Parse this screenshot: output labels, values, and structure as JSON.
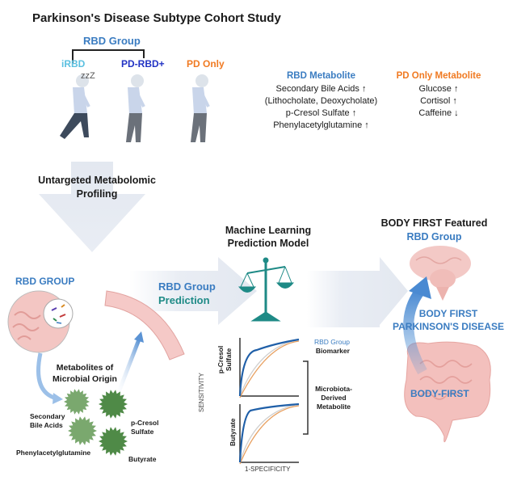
{
  "title": "Parkinson's Disease Subtype Cohort Study",
  "colors": {
    "blue": "#3a7cc1",
    "light_blue": "#5bc0e0",
    "dark_blue": "#2233c4",
    "orange": "#f07a22",
    "teal": "#1e8a86",
    "pale_arrow": "#e8ecf3",
    "green_light": "#7aa86e",
    "green_dark": "#4f8a47",
    "pink": "#f2b8b8",
    "roc_blue": "#1f5fa8",
    "roc_orange": "#e8a060",
    "roc_gray": "#cfcfcf"
  },
  "cohort": {
    "group_label": "RBD Group",
    "subjects": [
      {
        "label": "iRBD",
        "sleep_label": "zzZ"
      },
      {
        "label": "PD-RBD+"
      },
      {
        "label": "PD Only"
      }
    ]
  },
  "metabolites": {
    "rbd": {
      "header": "RBD Metabolite",
      "items": [
        "Secondary Bile Acids ↑",
        "(Lithocholate, Deoxycholate)",
        "p-Cresol Sulfate ↑",
        "Phenylacetylglutamine ↑"
      ]
    },
    "pd_only": {
      "header": "PD Only Metabolite",
      "items": [
        "Glucose ↑",
        "Cortisol ↑",
        "Caffeine ↓"
      ]
    }
  },
  "profiling": {
    "line1": "Untargeted Metabolomic",
    "line2": "Profiling"
  },
  "rbd_group_panel": {
    "label": "RBD GROUP",
    "origin_line1": "Metabolites of",
    "origin_line2": "Microbial Origin",
    "metabolites": [
      {
        "line1": "Secondary",
        "line2": "Bile Acids"
      },
      {
        "line1": "p-Cresol",
        "line2": "Sulfate"
      },
      {
        "line1": "Phenylacetylglutamine",
        "line2": ""
      },
      {
        "line1": "Butyrate",
        "line2": ""
      }
    ]
  },
  "prediction": {
    "line1": "RBD Group",
    "line2": "Prediction"
  },
  "ml_model": {
    "line1": "Machine Learning",
    "line2": "Prediction Model"
  },
  "roc": {
    "y_axis": "SENSITIVITY",
    "x_axis": "1-SPECIFICITY",
    "panels": [
      {
        "label_line1": "p-Cresol",
        "label_line2": "Sulfate"
      },
      {
        "label_line1": "Butyrate",
        "label_line2": ""
      }
    ],
    "legend_blue_line1": "RBD Group",
    "legend_blue_line2": "Biomarker",
    "bracket_line1": "Microbiota-",
    "bracket_line2": "Derived",
    "bracket_line3": "Metabolite"
  },
  "body_first": {
    "title": "BODY FIRST Featured",
    "subtitle": "RBD Group",
    "disease_line1": "BODY FIRST",
    "disease_line2": "PARKINSON'S DISEASE",
    "gut_label": "BODY-FIRST"
  }
}
